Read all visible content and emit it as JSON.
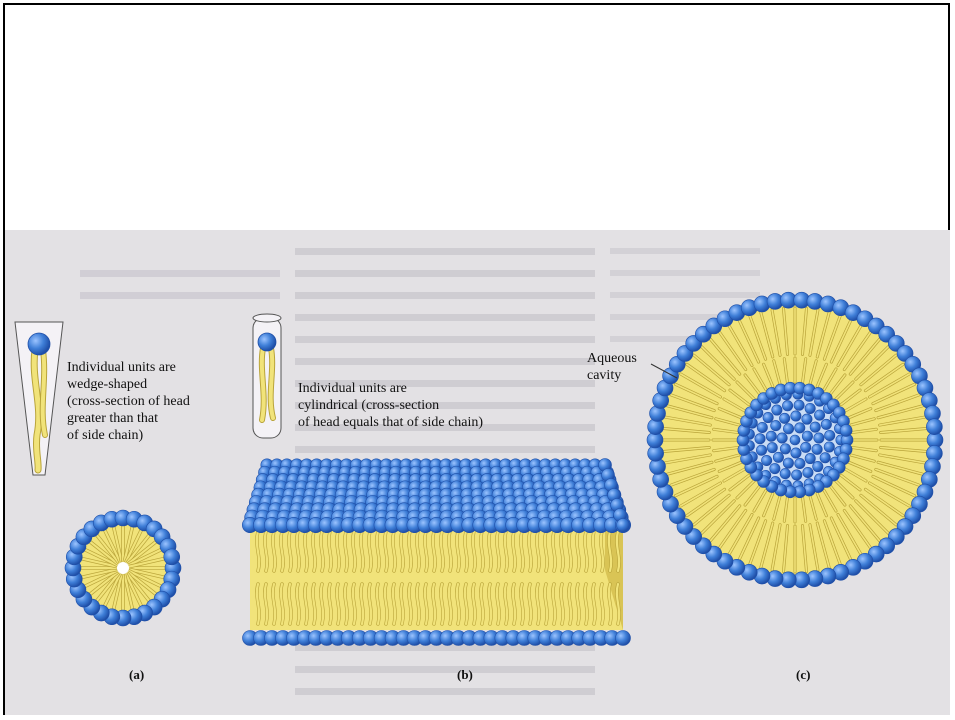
{
  "labels": {
    "unit_a": "Individual units are\nwedge-shaped\n(cross-section of head\ngreater than that\nof side chain)",
    "unit_b": "Individual units are\ncylindrical (cross-section\nof head equals that of side chain)",
    "aqueous": "Aqueous\ncavity"
  },
  "panels": {
    "a": "(a)",
    "b": "(b)",
    "c": "(c)"
  },
  "colors": {
    "head": "#3f7fd8",
    "head_dark": "#1f4fa8",
    "tail": "#f1e37a",
    "tail_stroke": "#b9a43a",
    "background": "#e3e1e4",
    "faded_text": "#9b99a6"
  }
}
